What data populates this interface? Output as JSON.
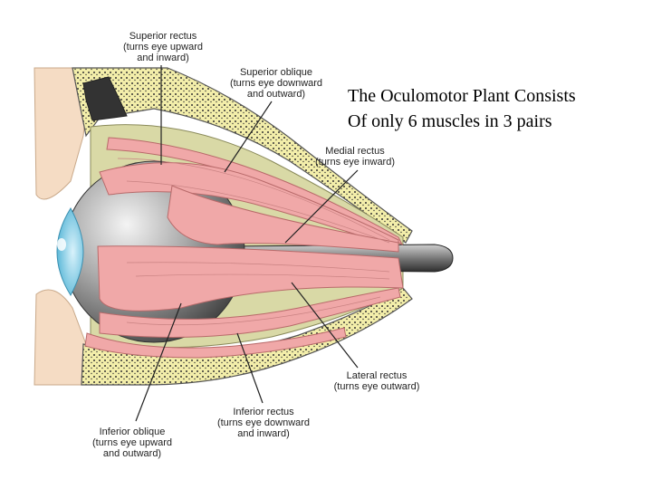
{
  "headline": {
    "line1": "The Oculomotor Plant Consists",
    "line2": "Of only 6 muscles in 3 pairs"
  },
  "labels": {
    "superior_rectus": {
      "name": "Superior rectus",
      "desc1": "(turns eye upward",
      "desc2": "and inward)"
    },
    "superior_oblique": {
      "name": "Superior oblique",
      "desc1": "(turns eye downward",
      "desc2": "and outward)"
    },
    "medial_rectus": {
      "name": "Medial rectus",
      "desc1": "(turns eye inward)"
    },
    "lateral_rectus": {
      "name": "Lateral rectus",
      "desc1": "(turns eye outward)"
    },
    "inferior_rectus": {
      "name": "Inferior rectus",
      "desc1": "(turns eye downward",
      "desc2": "and inward)"
    },
    "inferior_oblique": {
      "name": "Inferior oblique",
      "desc1": "(turns eye upward",
      "desc2": "and outward)"
    }
  },
  "colors": {
    "bone": "#f3eeaa",
    "orbit_fill": "#d9d9a6",
    "muscle": "#f0a8a8",
    "muscle_stroke": "#b86a6a",
    "skin": "#f5dcc4",
    "cornea": "#6fc4df"
  }
}
